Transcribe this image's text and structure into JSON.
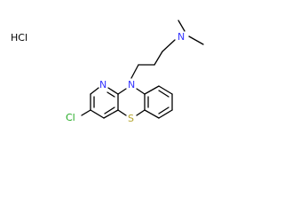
{
  "salt": "HCl",
  "atoms": {
    "ring_nitrogen": "N",
    "pyridine_nitrogen": "N",
    "amine_nitrogen": "N",
    "sulfur": "S",
    "chlorine": "Cl"
  },
  "colors": {
    "nitrogen": "#3333ff",
    "sulfur": "#b3a32b",
    "chlorine": "#22aa22",
    "bond": "#000000"
  }
}
